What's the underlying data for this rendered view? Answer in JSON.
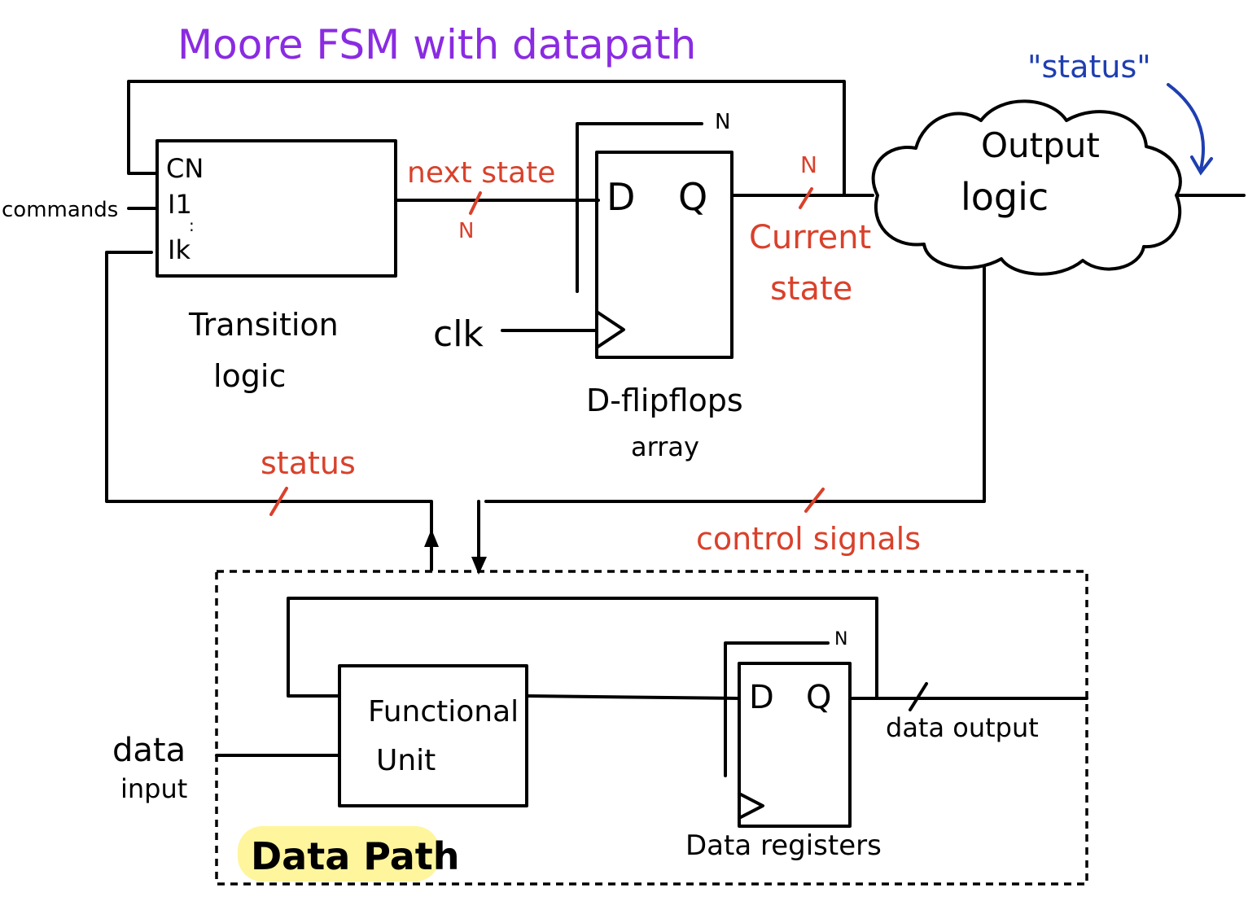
{
  "title": "Moore FSM with datapath",
  "title_color": "#8a2be2",
  "annotation_color": "#d9412b",
  "status_note_color": "#1f3fb0",
  "highlight_color": "#fff59d",
  "transition_logic": {
    "label_line1": "Transition",
    "label_line2": "logic",
    "input_cn": "CN",
    "input_i1": "I1",
    "input_dots": ":",
    "input_ik": "Ik"
  },
  "commands_label": "commands",
  "next_state": {
    "label": "next state",
    "width": "N"
  },
  "flipflops": {
    "d": "D",
    "q": "Q",
    "width": "N",
    "label_line1": "D-flipflops",
    "label_line2": "array"
  },
  "clk_label": "clk",
  "current_state": {
    "width": "N",
    "label_line1": "Current",
    "label_line2": "state"
  },
  "output_logic": {
    "label_line1": "Output",
    "label_line2": "logic"
  },
  "status_quote": "\"status\"",
  "status_label": "status",
  "control_signals_label": "control signals",
  "datapath": {
    "title": "Data Path",
    "functional_unit_line1": "Functional",
    "functional_unit_line2": "Unit",
    "data_input_line1": "data",
    "data_input_line2": "input",
    "register_d": "D",
    "register_q": "Q",
    "register_width": "N",
    "registers_label": "Data registers",
    "data_output_label": "data output"
  }
}
